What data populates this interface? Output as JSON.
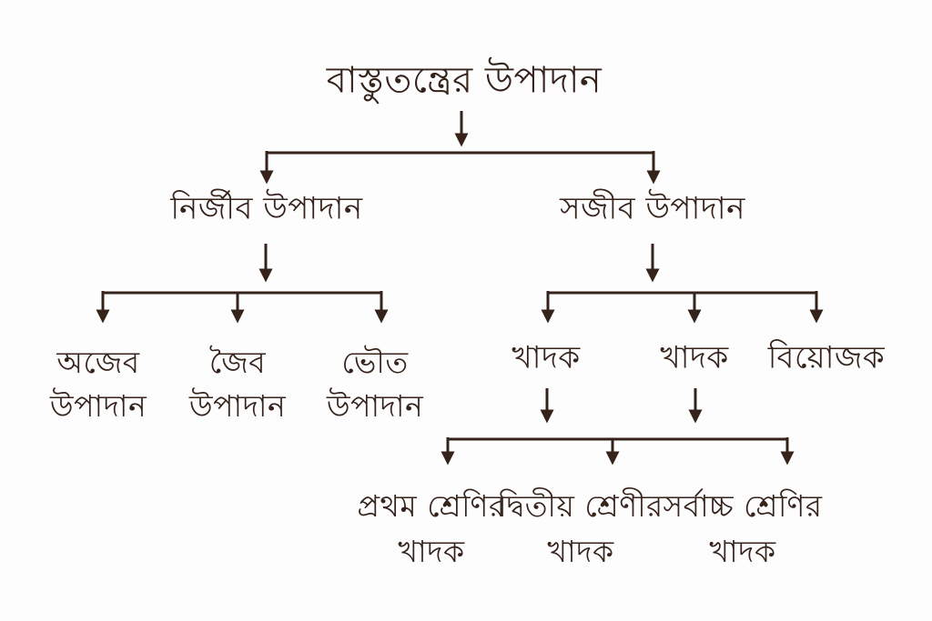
{
  "colors": {
    "ink": "#35221a",
    "background": "#fdfdfd"
  },
  "diagram": {
    "root": "বাস্তুতন্ত্রের উপাদান",
    "level2": [
      {
        "label": "নির্জীব উপাদান"
      },
      {
        "label": "সজীব উপাদান"
      }
    ],
    "abiotic_components": [
      {
        "line1": "অজেব",
        "line2": "উপাদান"
      },
      {
        "line1": "জৈব",
        "line2": "উপাদান"
      },
      {
        "line1": "ভৌত",
        "line2": "উপাদান"
      }
    ],
    "biotic_components": [
      {
        "label": "খাদক"
      },
      {
        "label": "খাদক"
      },
      {
        "label": "বিয়োজক"
      }
    ],
    "consumer_levels": [
      {
        "line1": "প্রথম শ্রেণির",
        "line2": "খাদক"
      },
      {
        "line1": "দ্বিতীয় শ্রেণীর",
        "line2": "খাদক"
      },
      {
        "line1": "সর্বাচ্চ শ্রেণির",
        "line2": "খাদক"
      }
    ]
  }
}
